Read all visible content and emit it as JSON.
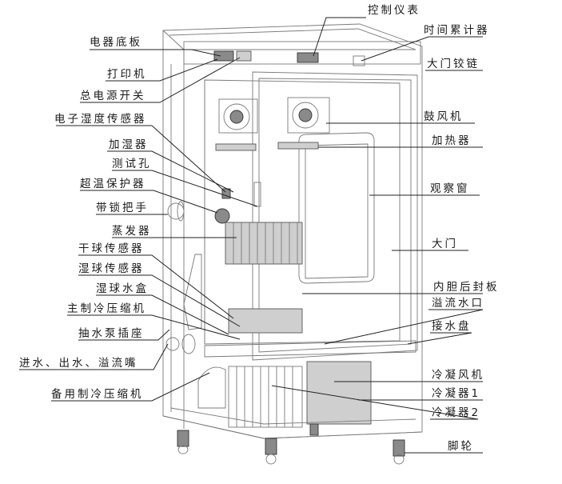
{
  "labels": {
    "control_panel": "控制仪表",
    "hour_meter": "时间累计器",
    "electrical_base": "电器底板",
    "door_hinge": "大门铰链",
    "printer": "打印机",
    "main_power_switch": "总电源开关",
    "blower": "鼓风机",
    "humidity_sensor": "电子湿度传感器",
    "heater": "加热器",
    "humidifier": "加湿器",
    "test_hole": "测试孔",
    "viewing_window": "观察窗",
    "overtemp_protector": "超温保护器",
    "locking_handle": "带锁把手",
    "evaporator": "蒸发器",
    "door": "大门",
    "dry_bulb_sensor": "干球传感器",
    "wet_bulb_sensor": "湿球传感器",
    "inner_back_panel": "内胆后封板",
    "wet_bulb_tray": "湿球水盒",
    "overflow_outlet": "溢流水口",
    "main_compressor": "主制冷压缩机",
    "drip_tray": "接水盘",
    "pump_socket": "抽水泵插座",
    "water_nozzles": "进水、出水、溢流嘴",
    "condenser_fan": "冷凝风机",
    "condenser_1": "冷凝器1",
    "backup_compressor": "备用制冷压缩机",
    "condenser_2": "冷凝器2",
    "casters": "脚轮"
  }
}
